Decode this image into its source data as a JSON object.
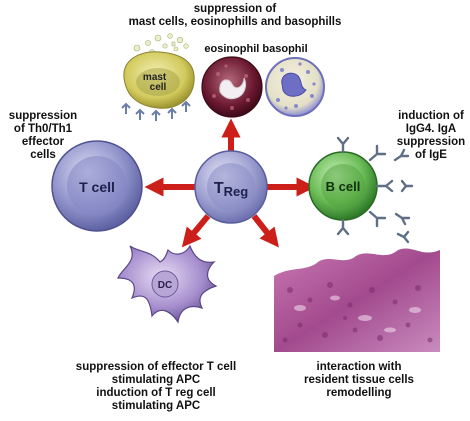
{
  "labels": {
    "top": "suppression of\nmast cells, eosinophills and basophills",
    "eos_baso": "eosinophil basophil",
    "left": "suppression\nof Th0/Th1\neffector\ncells",
    "right": "induction of\nIgG4. IgA\nsuppression\nof IgE",
    "bottom_left": "suppression of effector T cell\nstimulating APC\ninduction of T reg cell\nstimulating APC",
    "bottom_right": "interaction with\nresident tissue cells\nremodelling"
  },
  "cells": {
    "mast": "mast\ncell",
    "tcell": "T cell",
    "treg_main": "T",
    "treg_sub": "Reg",
    "bcell": "B cell",
    "dc": "DC"
  },
  "colors": {
    "arrow": "#cc1f1a",
    "tcell": "#8d8fc9",
    "treg": "#9a9ccd",
    "bcell": "#5aa84a",
    "eosinophil": "#6a1830",
    "basophil": "#8f8fd4",
    "mast": "#c9c250",
    "dc": "#9a7fc0",
    "tissue": "#b4589a"
  }
}
